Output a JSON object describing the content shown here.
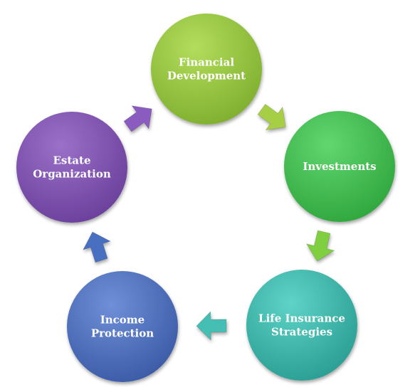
{
  "diagram": {
    "nodes": [
      {
        "id": "financial-development",
        "lines": [
          "Financial",
          "Development"
        ],
        "color_light": "#b3dd5c",
        "color_dark": "#7fae2e"
      },
      {
        "id": "investments",
        "lines": [
          "Investments"
        ],
        "color_light": "#62d66f",
        "color_dark": "#2fa63d"
      },
      {
        "id": "life-insurance-strategies",
        "lines": [
          "Life Insurance",
          "Strategies"
        ],
        "color_light": "#5fd3c7",
        "color_dark": "#2a9d92"
      },
      {
        "id": "income-protection",
        "lines": [
          "Income",
          "Protection"
        ],
        "color_light": "#6f8fd8",
        "color_dark": "#3b5aa6"
      },
      {
        "id": "estate-organization",
        "lines": [
          "Estate",
          "Organization"
        ],
        "color_light": "#9a70c8",
        "color_dark": "#6a3f9b"
      }
    ],
    "arrows": [
      {
        "from": "financial-development",
        "to": "investments",
        "color": "#a7cf45"
      },
      {
        "from": "investments",
        "to": "life-insurance-strategies",
        "color": "#7fcf3f"
      },
      {
        "from": "life-insurance-strategies",
        "to": "income-protection",
        "color": "#45bfb3"
      },
      {
        "from": "income-protection",
        "to": "estate-organization",
        "color": "#4a6fc0"
      },
      {
        "from": "estate-organization",
        "to": "financial-development",
        "color": "#8a5cc0"
      }
    ]
  }
}
